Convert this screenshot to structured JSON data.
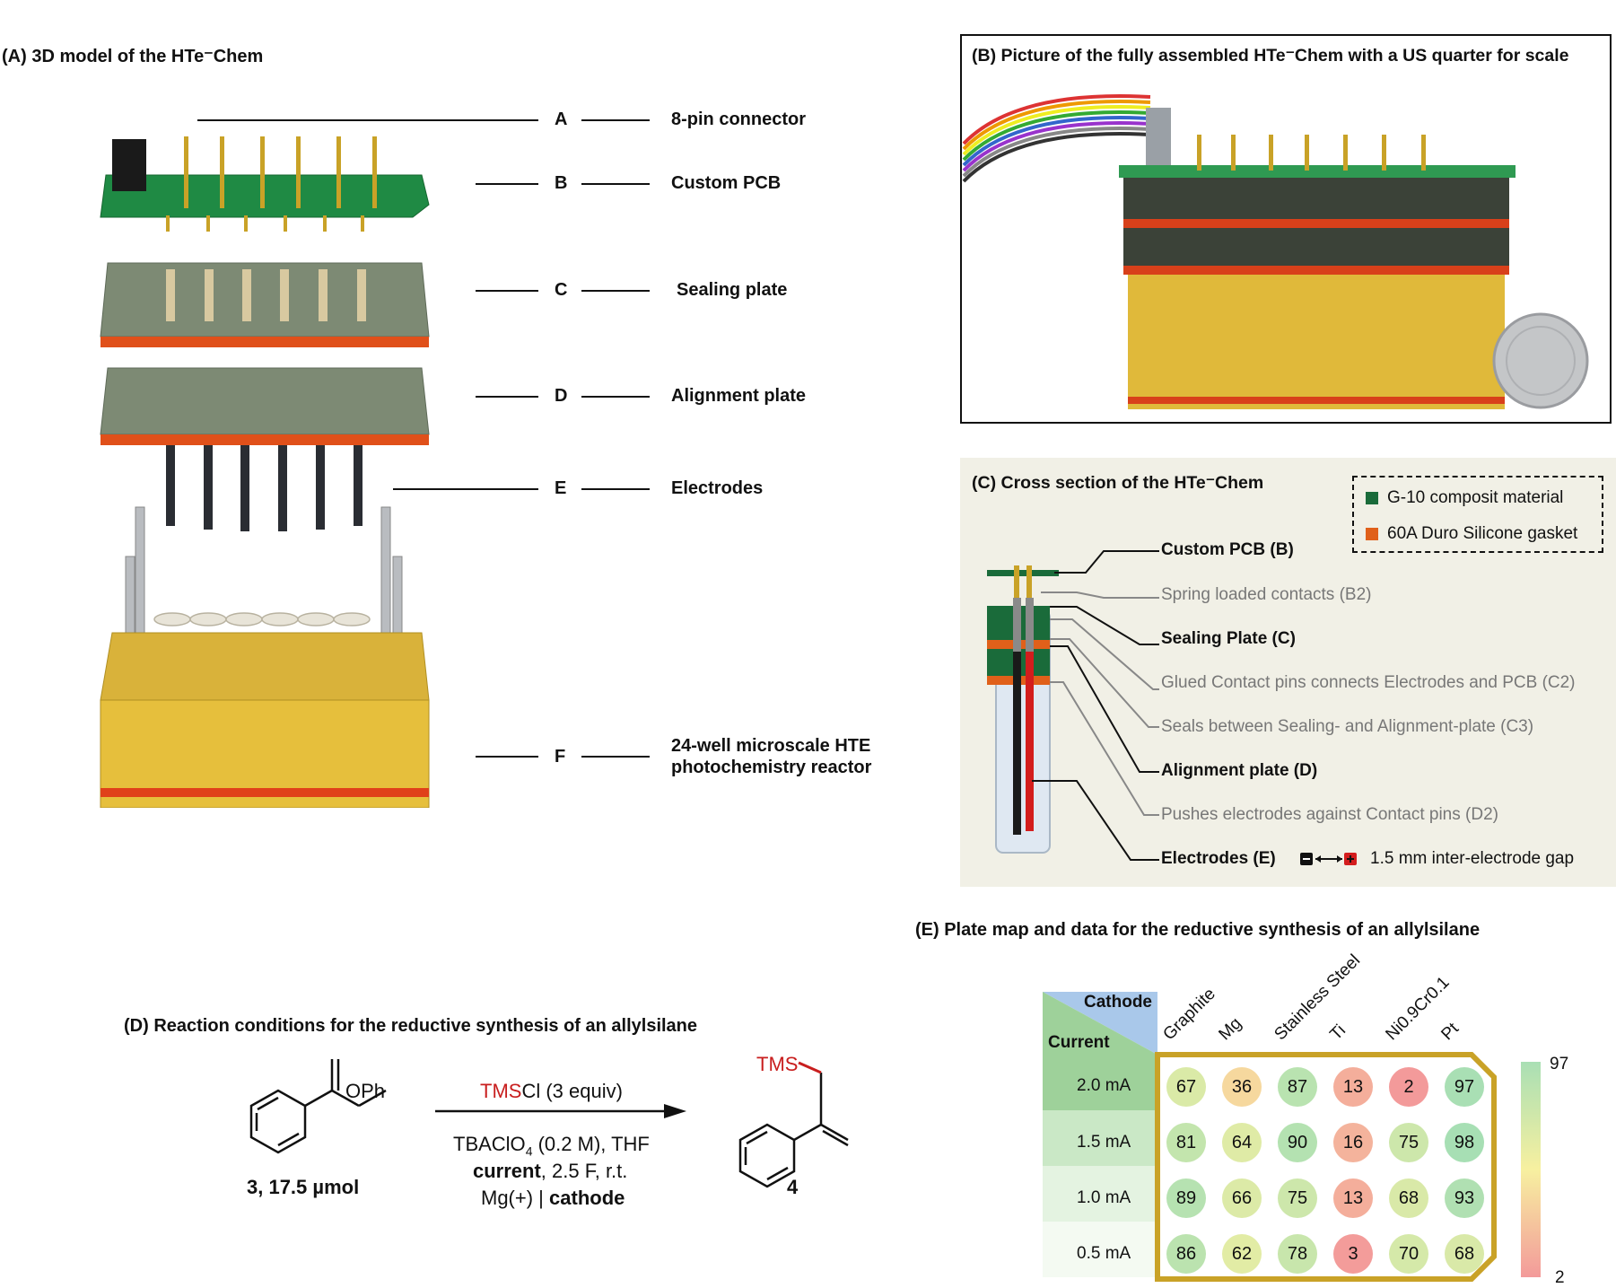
{
  "panelA": {
    "title": "(A) 3D model of the HTe⁻Chem",
    "parts": [
      {
        "letter": "A",
        "label": "8-pin connector"
      },
      {
        "letter": "B",
        "label": "Custom PCB"
      },
      {
        "letter": "C",
        "label": "Sealing plate"
      },
      {
        "letter": "D",
        "label": "Alignment plate"
      },
      {
        "letter": "E",
        "label": "Electrodes"
      },
      {
        "letter": "F",
        "label": "24-well microscale HTE",
        "label2": "photochemistry reactor"
      }
    ]
  },
  "panelB": {
    "title": "(B) Picture of the fully assembled HTe⁻Chem with a US quarter for scale"
  },
  "panelC": {
    "title": "(C) Cross section of the HTe⁻Chem",
    "legend": [
      {
        "label": "G-10 composit material",
        "color": "#1a6b3a"
      },
      {
        "label": "60A Duro Silicone gasket",
        "color": "#e0601a"
      }
    ],
    "callouts": [
      {
        "text": "Custom PCB (B)",
        "style": "bold"
      },
      {
        "text": "Spring loaded contacts (B2)",
        "style": "grey"
      },
      {
        "text": "Sealing Plate (C)",
        "style": "bold"
      },
      {
        "text": "Glued Contact pins connects Electrodes and PCB (C2)",
        "style": "grey"
      },
      {
        "text": "Seals between Sealing- and Alignment-plate (C3)",
        "style": "grey"
      },
      {
        "text": "Alignment plate (D)",
        "style": "bold"
      },
      {
        "text": "Pushes electrodes against Contact pins (D2)",
        "style": "grey"
      },
      {
        "text": "Electrodes (E)",
        "style": "bold"
      }
    ],
    "gap_text": "1.5 mm inter-electrode gap"
  },
  "panelD": {
    "title": "(D)  Reaction conditions for the reductive synthesis of an allylsilane",
    "substituent": "OPh",
    "reagent_tms": "TMS",
    "reagent_rest": "Cl (3 equiv)",
    "cond1": "TBAClO",
    "cond1_sub": "4",
    "cond1_rest": " (0.2 M), THF",
    "cond2_bold": "current",
    "cond2_rest": ", 2.5 F, r.t.",
    "cond3_plain": "Mg(+) | ",
    "cond3_bold": "cathode",
    "sm_label": "3, 17.5 µmol",
    "product_label": "4",
    "product_group": "TMS"
  },
  "panelE": {
    "title": "(E)  Plate map and data for the reductive synthesis of an allylsilane",
    "corner_cathode": "Cathode",
    "corner_current": "Current",
    "columns": [
      "Graphite",
      "Mg",
      "Stainless Steel",
      "Ti",
      "Ni0.9Cr0.1",
      "Pt"
    ],
    "rows": [
      "2.0 mA",
      "1.5 mA",
      "1.0 mA",
      "0.5 mA"
    ],
    "values": [
      [
        67,
        36,
        87,
        13,
        2,
        97
      ],
      [
        81,
        64,
        90,
        16,
        75,
        98
      ],
      [
        89,
        66,
        75,
        13,
        68,
        93
      ],
      [
        86,
        62,
        78,
        3,
        70,
        68
      ]
    ],
    "scale_max": "97",
    "scale_min": "2",
    "colors": {
      "low": "#f39a9a",
      "mid": "#f7f0a0",
      "high": "#a9dfb4",
      "frame": "#c9a227"
    }
  }
}
